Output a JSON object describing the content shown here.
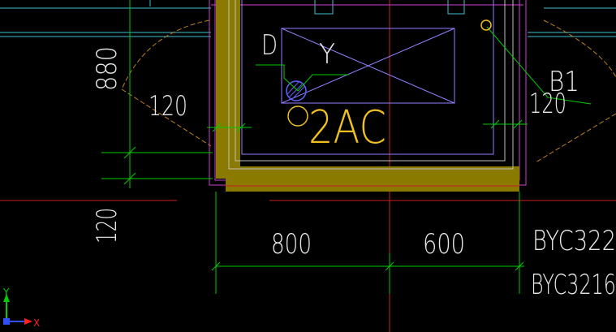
{
  "drawing": {
    "dimensions": {
      "dim_880": "880",
      "dim_120_left": "120",
      "dim_120_bottom": "120",
      "dim_120_right": "120",
      "dim_800": "800",
      "dim_600": "600"
    },
    "labels": {
      "label_d": "D",
      "label_y": "Y",
      "label_2ac": "2AC",
      "label_b1": "B1",
      "label_byc_top": "BYC322",
      "label_byc_bottom": "BYC3216"
    },
    "ucs": {
      "x_axis": "X",
      "y_axis": "Y"
    },
    "colors": {
      "background": "#000000",
      "dimension_lines": "#00cc00",
      "wall_fill": "#8a7a00",
      "magenta": "#d040d0",
      "purple": "#9080ff",
      "yellow": "#f0c020",
      "red": "#cc2020",
      "cyan": "#40c0d0",
      "orange": "#c08020"
    }
  }
}
